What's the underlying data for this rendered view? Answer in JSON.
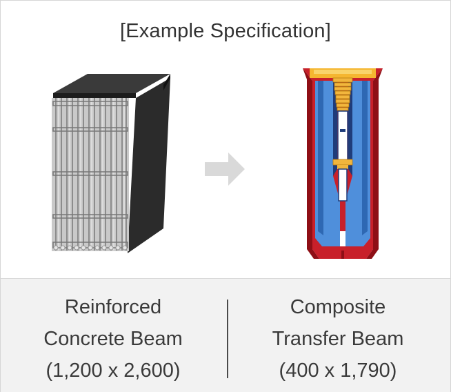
{
  "title": "[Example Specification]",
  "left": {
    "line1": "Reinforced",
    "line2": "Concrete Beam",
    "line3": "(1,200 x 2,600)"
  },
  "right": {
    "line1": "Composite",
    "line2": "Transfer Beam",
    "line3": "(400 x 1,790)"
  },
  "colors": {
    "concrete_top": "#2a2a2a",
    "rebar": "#b8b8b8",
    "arrow": "#d9d9d9",
    "steel_red": "#c81e1e",
    "panel_blue": "#4f8fdb",
    "gold": "#f2b63d"
  }
}
